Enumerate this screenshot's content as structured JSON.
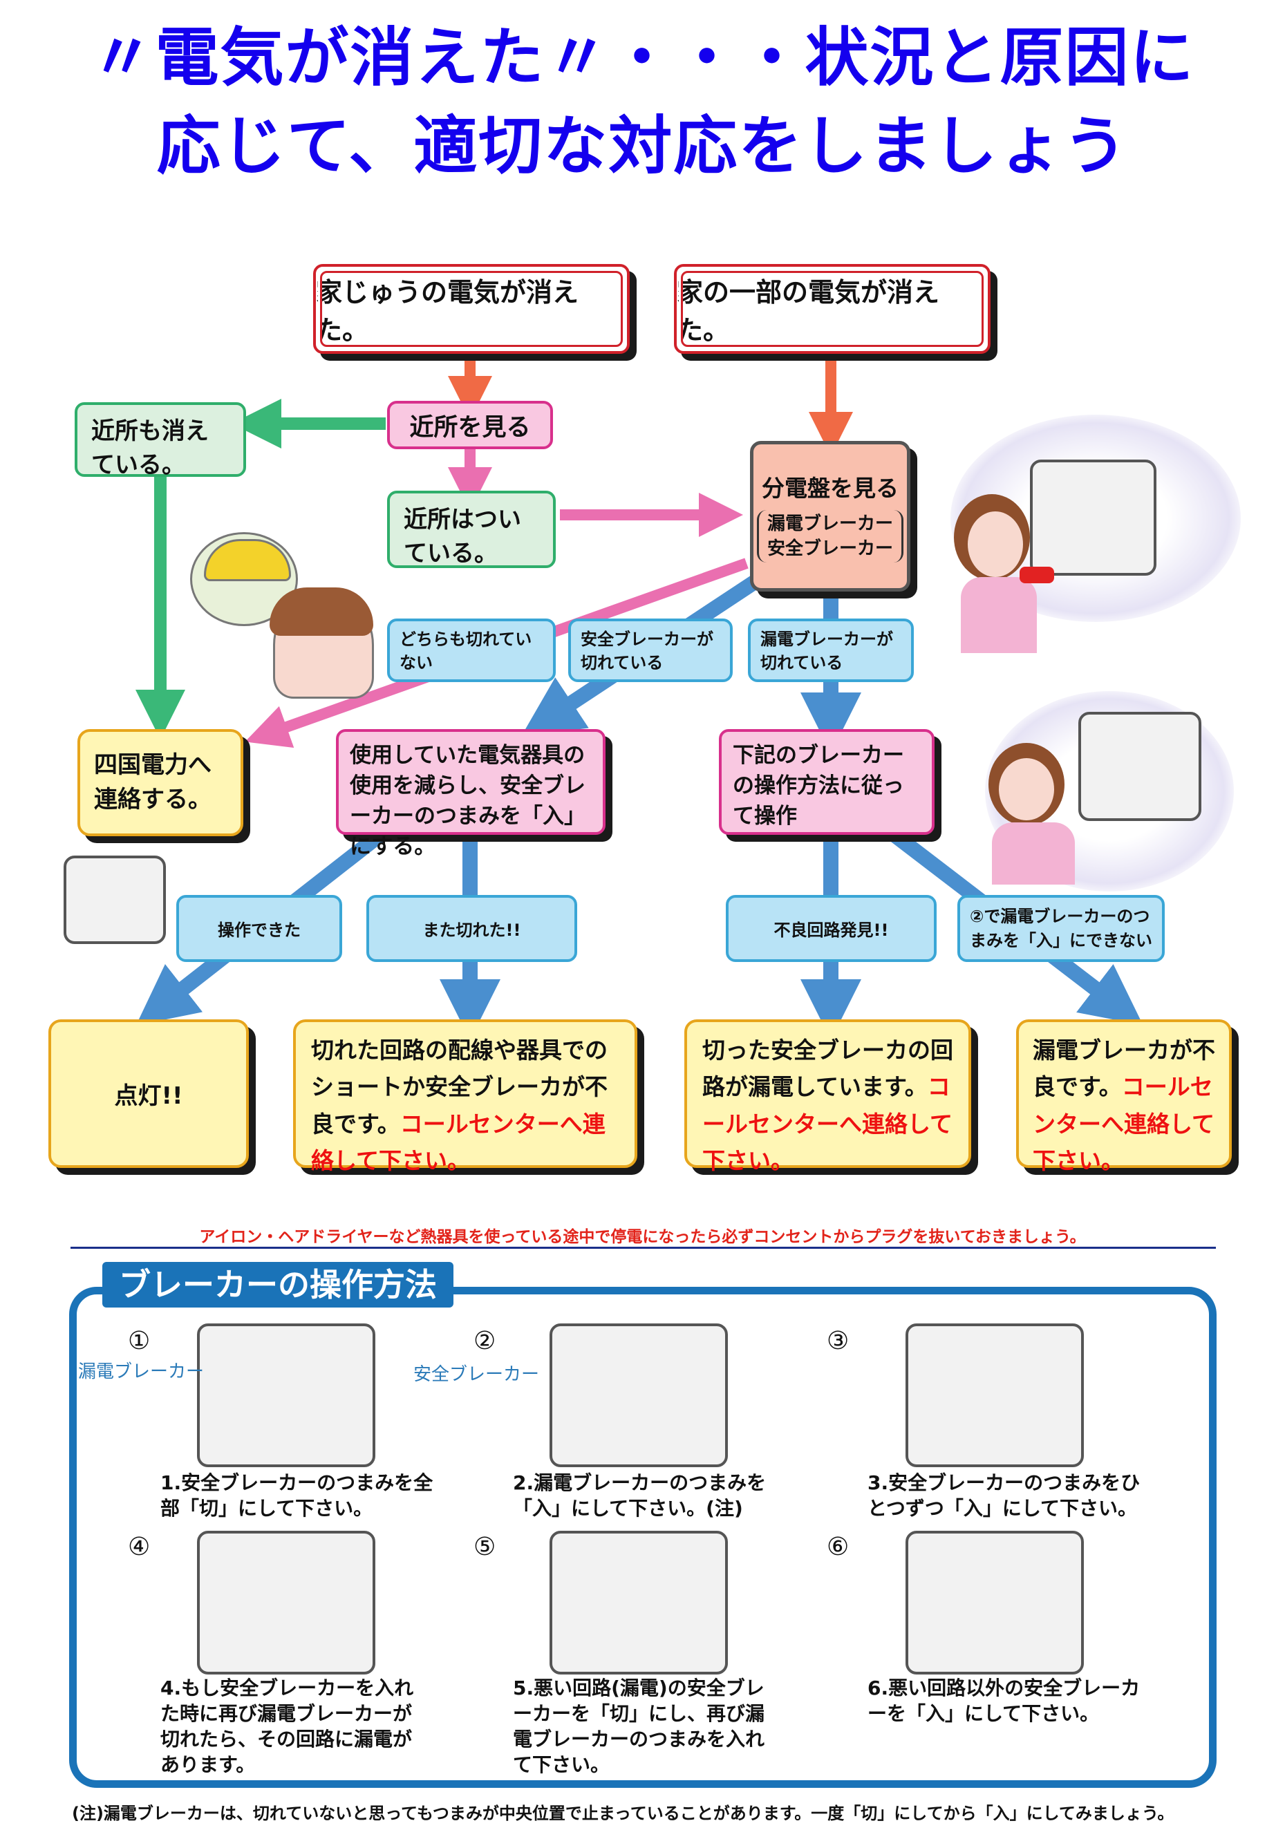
{
  "title": {
    "line1": "〃電気が消えた〃・・・状況と原因に",
    "line2": "応じて、適切な対応をしましょう"
  },
  "flow": {
    "start_all": "家じゅうの電気が消えた。",
    "start_part": "家の一部の電気が消えた。",
    "check_neighbors": "近所を見る",
    "neighbors_off": "近所も消えている。",
    "neighbors_on": "近所はついている。",
    "check_panel_l1": "分電盤を見る",
    "check_panel_l2": "漏電ブレーカー",
    "check_panel_l3": "安全ブレーカー",
    "contact_shikoku": "四国電力へ連絡する。",
    "cond_neither": "どちらも切れていない",
    "cond_safety": "安全ブレーカーが切れている",
    "cond_leak": "漏電ブレーカーが切れている",
    "reduce_appliances": "使用していた電気器具の使用を減らし、安全ブレーカーのつまみを「入」にする。",
    "follow_steps": "下記のブレーカーの操作方法に従って操作",
    "res_ok": "操作できた",
    "res_tripped": "また切れた!!",
    "res_fault": "不良回路発見!!",
    "res_cannot": "②で漏電ブレーカーのつまみを「入」にできない",
    "lit": "点灯!!",
    "short_text": "切れた回路の配線や器具でのショートか安全ブレーカが不良です。",
    "short_call": "コールセンターへ連絡して下さい。",
    "leak_text": "切った安全ブレーカの回路が漏電しています。",
    "leak_call": "コールセンターへ連絡して下さい。",
    "bad_leak_text": "漏電ブレーカが不良です。",
    "bad_leak_call": "コールセンターへ連絡して下さい。"
  },
  "warning": "アイロン・ヘアドライヤーなど熱器具を使っている途中で停電になったら必ずコンセントからプラグを抜いておきましょう。",
  "operations": {
    "title": "ブレーカーの操作方法",
    "label_leak": "漏電ブレーカー",
    "label_safety": "安全ブレーカー",
    "steps": [
      {
        "num": "①",
        "caption": "1.安全ブレーカーのつまみを全部「切」にして下さい。"
      },
      {
        "num": "②",
        "caption": "2.漏電ブレーカーのつまみを「入」にして下さい。(注)"
      },
      {
        "num": "③",
        "caption": "3.安全ブレーカーのつまみをひとつずつ「入」にして下さい。"
      },
      {
        "num": "④",
        "caption": "4.もし安全ブレーカーを入れた時に再び漏電ブレーカーが切れたら、その回路に漏電があります。"
      },
      {
        "num": "⑤",
        "caption": "5.悪い回路(漏電)の安全ブレーカーを「切」にし、再び漏電ブレーカーのつまみを入れて下さい。"
      },
      {
        "num": "⑥",
        "caption": "6.悪い回路以外の安全ブレーカーを「入」にして下さい。"
      }
    ]
  },
  "footnote": "(注)漏電ブレーカーは、切れていないと思ってもつまみが中央位置で止まっていることがあります。一度「切」にしてから「入」にしてみましょう。",
  "colors": {
    "title_blue": "#1400ee",
    "arrow_orange": "#f06a45",
    "arrow_pink": "#ea6fb0",
    "arrow_green": "#3ab878",
    "arrow_blue": "#4a8fcf",
    "call_red": "#ee1111"
  }
}
